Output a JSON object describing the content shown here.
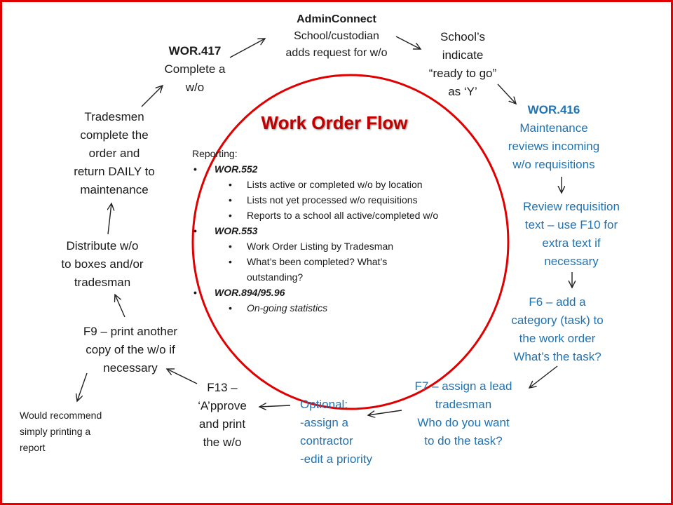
{
  "title": "Work Order Flow",
  "nodes": {
    "admin_connect": {
      "heading": "AdminConnect",
      "text": "School/custodian\nadds request for w/o"
    },
    "school_ready": {
      "text": "School’s\nindicate\n“ready to go”\nas ‘Y’"
    },
    "wor416": {
      "heading": "WOR.416",
      "text": "Maintenance\nreviews incoming\nw/o requisitions"
    },
    "review_text": {
      "text": "Review requisition\ntext – use F10 for\nextra text if\nnecessary"
    },
    "f6": {
      "text": "F6 – add a\ncategory (task) to\nthe work order\nWhat’s the task?"
    },
    "f7": {
      "text": "F7 – assign a lead\ntradesman\nWho do you want\nto do the task?"
    },
    "optional": {
      "text": "Optional:\n-assign a\ncontractor\n-edit a priority"
    },
    "f13": {
      "text": "F13 –\n‘A’pprove\nand print\nthe w/o"
    },
    "f9": {
      "text": "F9 – print another\ncopy of the w/o if\nnecessary"
    },
    "distribute": {
      "text": "Distribute w/o\nto boxes and/or\ntradesman"
    },
    "tradesmen": {
      "text": "Tradesmen\ncomplete the\norder and\nreturn DAILY to\nmaintenance"
    },
    "wor417": {
      "heading": "WOR.417",
      "text": "Complete a\nw/o"
    }
  },
  "recommend": "Would recommend\nsimply printing a\nreport",
  "reporting": {
    "label": "Reporting:",
    "groups": [
      {
        "name": "WOR.552",
        "items": [
          "Lists active or completed w/o by location",
          "Lists not yet processed w/o requisitions",
          "Reports to a school all active/completed w/o"
        ]
      },
      {
        "name": "WOR.553",
        "items": [
          "Work Order Listing by Tradesman",
          "What’s been completed?  What’s outstanding?"
        ]
      },
      {
        "name": "WOR.894/95.96",
        "items": [
          "On-going statistics"
        ]
      }
    ]
  },
  "colors": {
    "frame": "#e00000",
    "circle": "#e00000",
    "blue_text": "#1e73b4",
    "title": "#c00000"
  }
}
